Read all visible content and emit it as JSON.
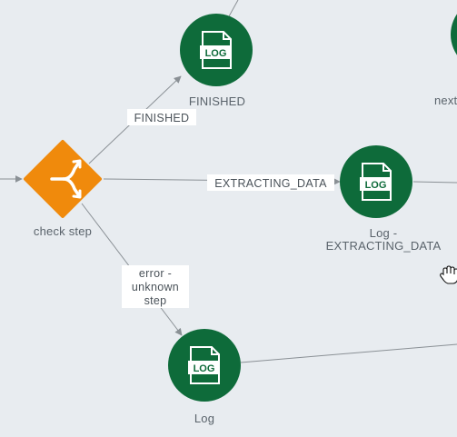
{
  "colors": {
    "background": "#e8ecf0",
    "log_node": "#0e6b3a",
    "branch_node": "#f08a0c",
    "edge": "#8a9095"
  },
  "nodes": {
    "check_step": {
      "label": "check step",
      "icon": "branch-split-icon"
    },
    "log_finished": {
      "label": "FINISHED",
      "icon": "log-file-icon",
      "icon_text": "LOG"
    },
    "log_extracting": {
      "label_line1": "Log -",
      "label_line2": "EXTRACTING_DATA",
      "icon": "log-file-icon",
      "icon_text": "LOG"
    },
    "log_error": {
      "label": "Log",
      "icon": "log-file-icon",
      "icon_text": "LOG"
    },
    "partial_next": {
      "label": "next",
      "icon": "log-file-icon"
    }
  },
  "edges": {
    "to_finished": {
      "label": "FINISHED"
    },
    "to_extracting": {
      "label": "EXTRACTING_DATA"
    },
    "to_error": {
      "label_line1": "error -",
      "label_line2": "unknown",
      "label_line3": "step"
    }
  },
  "cursor": {
    "icon": "hand-grab-icon"
  }
}
